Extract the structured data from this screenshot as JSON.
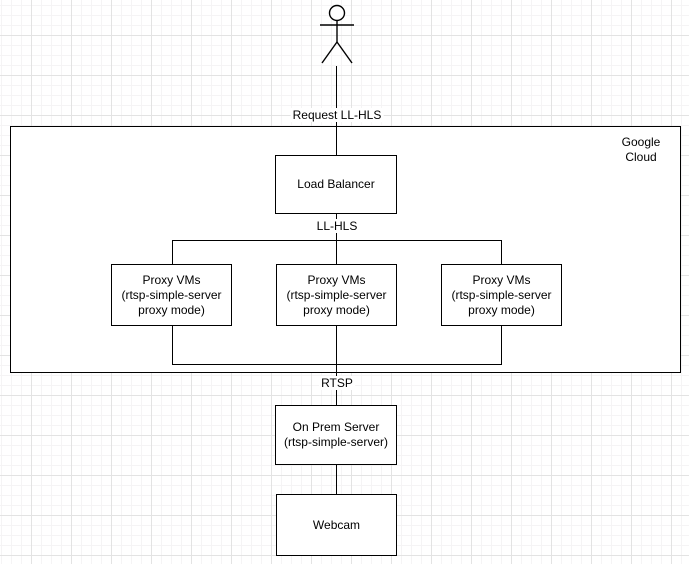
{
  "diagram": {
    "container": {
      "label": "Google Cloud"
    },
    "nodes": {
      "load_balancer": {
        "label": "Load Balancer"
      },
      "proxy_vms": [
        {
          "label": "Proxy VMs\n(rtsp-simple-server\nproxy mode)"
        },
        {
          "label": "Proxy VMs\n(rtsp-simple-server\nproxy mode)"
        },
        {
          "label": "Proxy VMs\n(rtsp-simple-server\nproxy mode)"
        }
      ],
      "on_prem_server": {
        "label": "On Prem Server\n(rtsp-simple-server)"
      },
      "webcam": {
        "label": "Webcam"
      }
    },
    "edge_labels": {
      "request": "Request LL-HLS",
      "llhls": "LL-HLS",
      "rtsp": "RTSP"
    },
    "colors": {
      "stroke": "#000000",
      "shape_fill": "#ffffff",
      "grid_minor": "#f5f4f5",
      "grid_major": "#e3e3e3"
    }
  }
}
